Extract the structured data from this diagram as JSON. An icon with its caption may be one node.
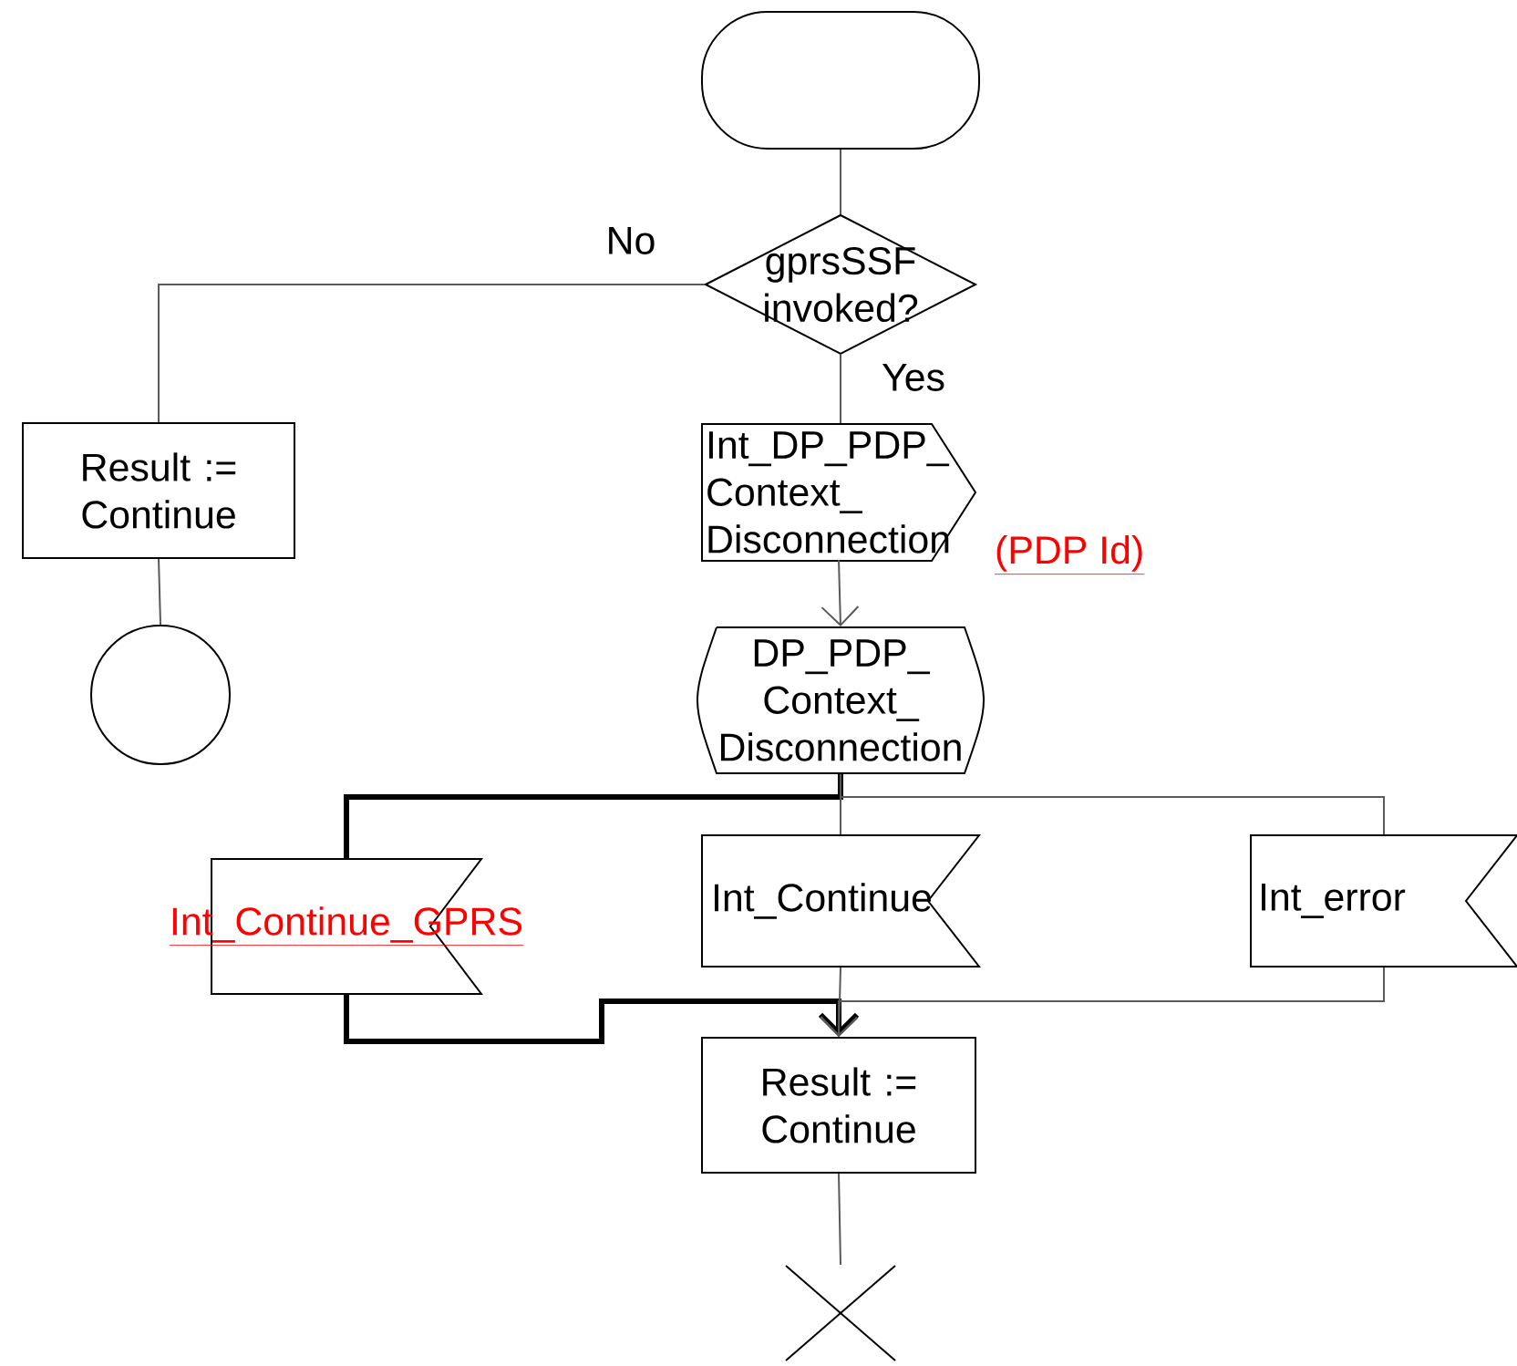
{
  "diagram": {
    "nodes": [
      {
        "text": [],
        "shape": "capsule"
      },
      {
        "text": [
          "gprsSSF invoked?"
        ]
      },
      {
        "text": [
          "Result := Continue"
        ]
      },
      {
        "text": [],
        "shape": "circle"
      },
      {
        "text": [
          "Int_DP_PDP_ Context_ Disconnection"
        ],
        "beside": [
          "(PDP Id)"
        ]
      },
      {
        "text": [
          "DP_PDP_ Context_ Disconnection"
        ]
      },
      {
        "text": [
          "Int_Continue_GPRS"
        ]
      },
      {
        "text": [
          "Int_Continue"
        ]
      },
      {
        "text": [
          "Int_error"
        ]
      },
      {
        "text": [
          "Result := Continue"
        ]
      },
      {
        "text": [],
        "shape": "cross"
      }
    ],
    "edges": [
      {
        "from": 0,
        "to": 1,
        "arrow": "none"
      },
      {
        "from": 1,
        "to": 2,
        "arrow": "none",
        "label": "No"
      },
      {
        "from": 1,
        "to": 4,
        "arrow": "none",
        "label": "Yes"
      },
      {
        "from": 2,
        "to": 3,
        "arrow": "none"
      },
      {
        "from": 4,
        "to": 5,
        "arrow": "to"
      },
      {
        "from": 5,
        "to": 6,
        "arrow": "none",
        "style": "thick"
      },
      {
        "from": 5,
        "to": 7,
        "arrow": "none"
      },
      {
        "from": 5,
        "to": 8,
        "arrow": "none"
      },
      {
        "from": 6,
        "to": 9,
        "arrow": "to",
        "style": "thick"
      },
      {
        "from": 7,
        "to": 9,
        "arrow": "to"
      },
      {
        "from": 8,
        "to": 9,
        "arrow": "to"
      },
      {
        "from": 9,
        "to": 10,
        "arrow": "none"
      }
    ]
  }
}
